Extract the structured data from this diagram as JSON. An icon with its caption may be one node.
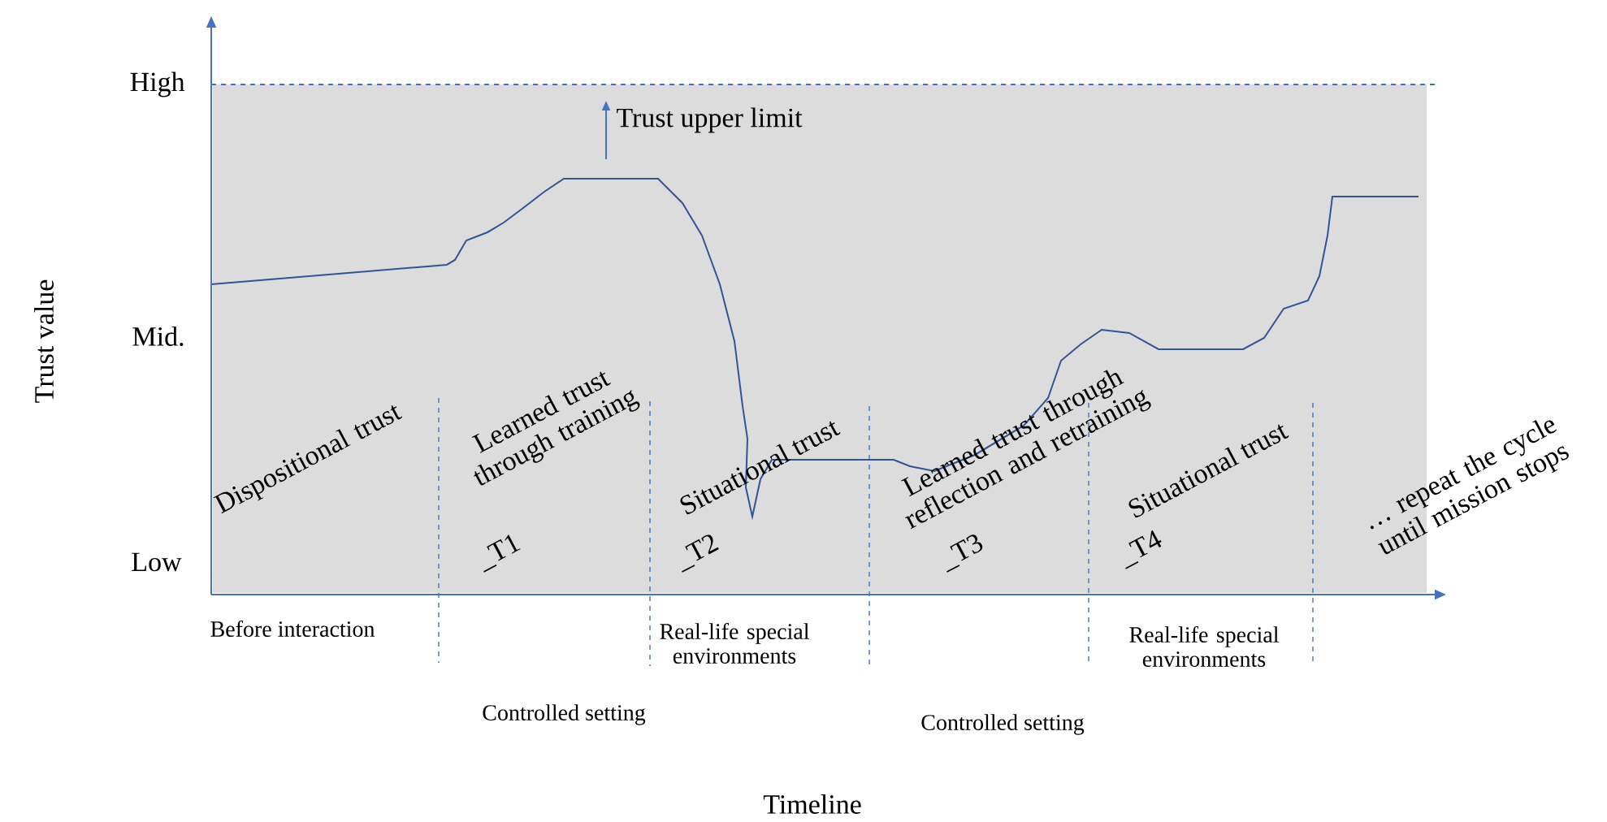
{
  "diagram": {
    "labels": [
      "High",
      "Trust upper limit",
      "Trust value",
      "Mid.",
      "Dispositional trust",
      "Learned trust through training",
      "Situational trust",
      "Learned trust through reflection and retraining",
      "Situational trust",
      "… repeat the cycle until mission stops",
      "_T1",
      "_T2",
      "_T3",
      "_T4",
      "Low",
      "Before interaction",
      "Real-life special environments",
      "Controlled setting",
      "Real-life special environments",
      "Controlled setting",
      "Timeline"
    ]
  }
}
